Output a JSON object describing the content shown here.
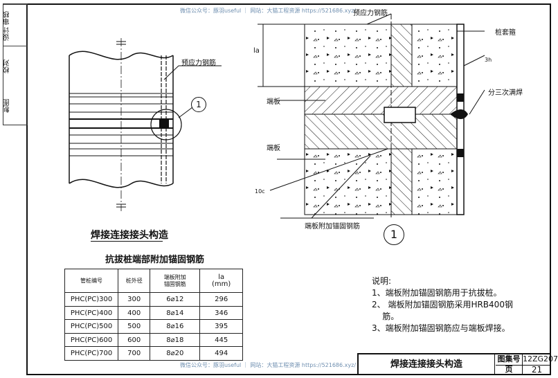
{
  "watermark": "微信公众号：豚羽useful ｜ 网站：大猫工程资源 https://521686.xyz/",
  "side_block": {
    "cells": [
      "设计 审核",
      "校对",
      "制图"
    ]
  },
  "drawing_left": {
    "label_prestressed": "预应力钢筋",
    "detail_marker": "1",
    "caption": "焊接连接接头构造"
  },
  "drawing_right": {
    "label_prestressed": "预应力钢筋",
    "label_sleeve": "桩套箍",
    "label_weld": "分三次满焊",
    "label_endplate_top": "端板",
    "label_endplate_bottom": "端板",
    "label_anchor_bar": "端板附加锚固钢筋",
    "dim_la": "la",
    "mark_3h": "3h",
    "mark_10c": "10c",
    "detail_number": "1"
  },
  "table": {
    "title": "抗拔桩端部附加锚固钢筋",
    "headers": [
      "管桩编号",
      "桩外径",
      "端板附加\n锚固钢筋",
      "la\n(mm)"
    ],
    "rows": [
      [
        "PHC(PC)300",
        "300",
        "6⌀12",
        "296"
      ],
      [
        "PHC(PC)400",
        "400",
        "8⌀14",
        "346"
      ],
      [
        "PHC(PC)500",
        "500",
        "8⌀16",
        "395"
      ],
      [
        "PHC(PC)600",
        "600",
        "8⌀18",
        "445"
      ],
      [
        "PHC(PC)700",
        "700",
        "8⌀20",
        "494"
      ]
    ]
  },
  "notes": {
    "heading": "说明:",
    "items": [
      "1、端板附加锚固钢筋用于抗拔桩。",
      "2、 端板附加锚固钢筋采用HRB400钢\n    筋。",
      "3、端板附加锚固钢筋应与端板焊接。"
    ]
  },
  "title_block": {
    "title": "焊接连接接头构造",
    "atlas_label": "图集号",
    "atlas_value": "12ZG207",
    "page_label": "页",
    "page_value": "21"
  }
}
